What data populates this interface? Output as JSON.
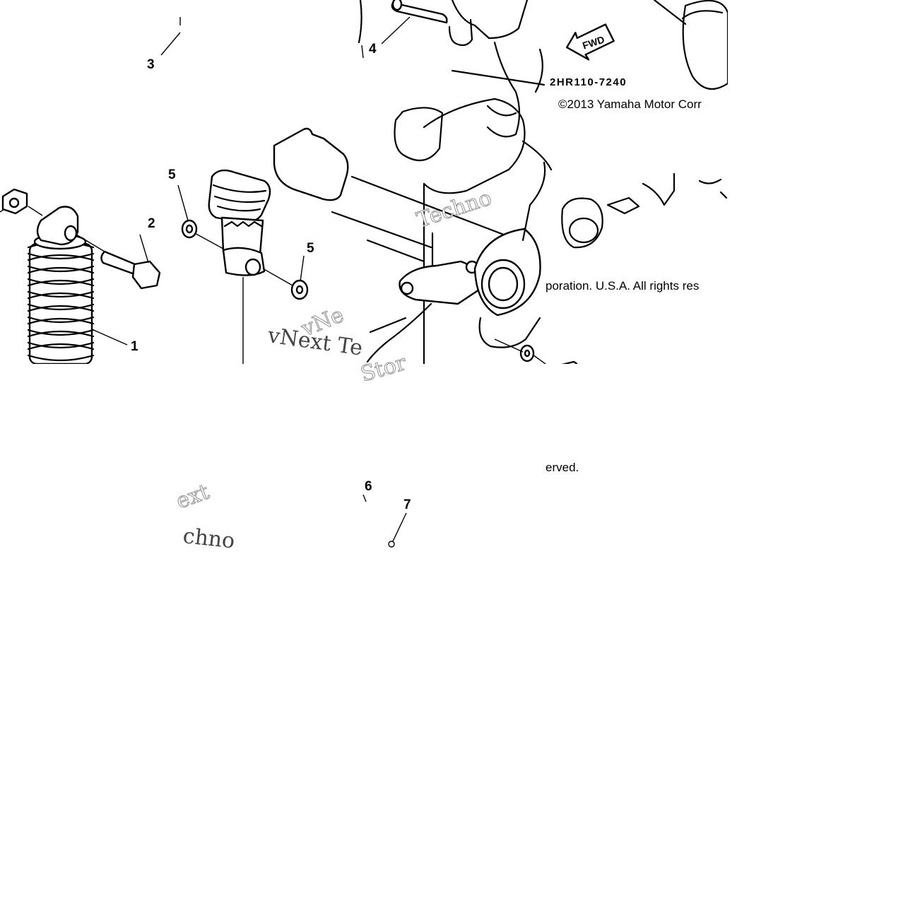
{
  "diagram": {
    "part_code": "2HR110-7240",
    "fwd_label": "FWD",
    "copyright_line1": "©2013 Yamaha Motor Corr",
    "copyright_line2": "poration. U.S.A. All rights res",
    "copyright_line3": "erved.",
    "callouts": {
      "c1": "1",
      "c2": "2",
      "c3": "3",
      "c4": "4",
      "c5a": "5",
      "c5b": "5",
      "c6": "6",
      "c7": "7"
    },
    "watermarks": {
      "w1": "Techno",
      "w2": "vNe",
      "w3": "vNext Te",
      "w4": "ext",
      "w5": "chno",
      "w6": "Stor"
    }
  }
}
